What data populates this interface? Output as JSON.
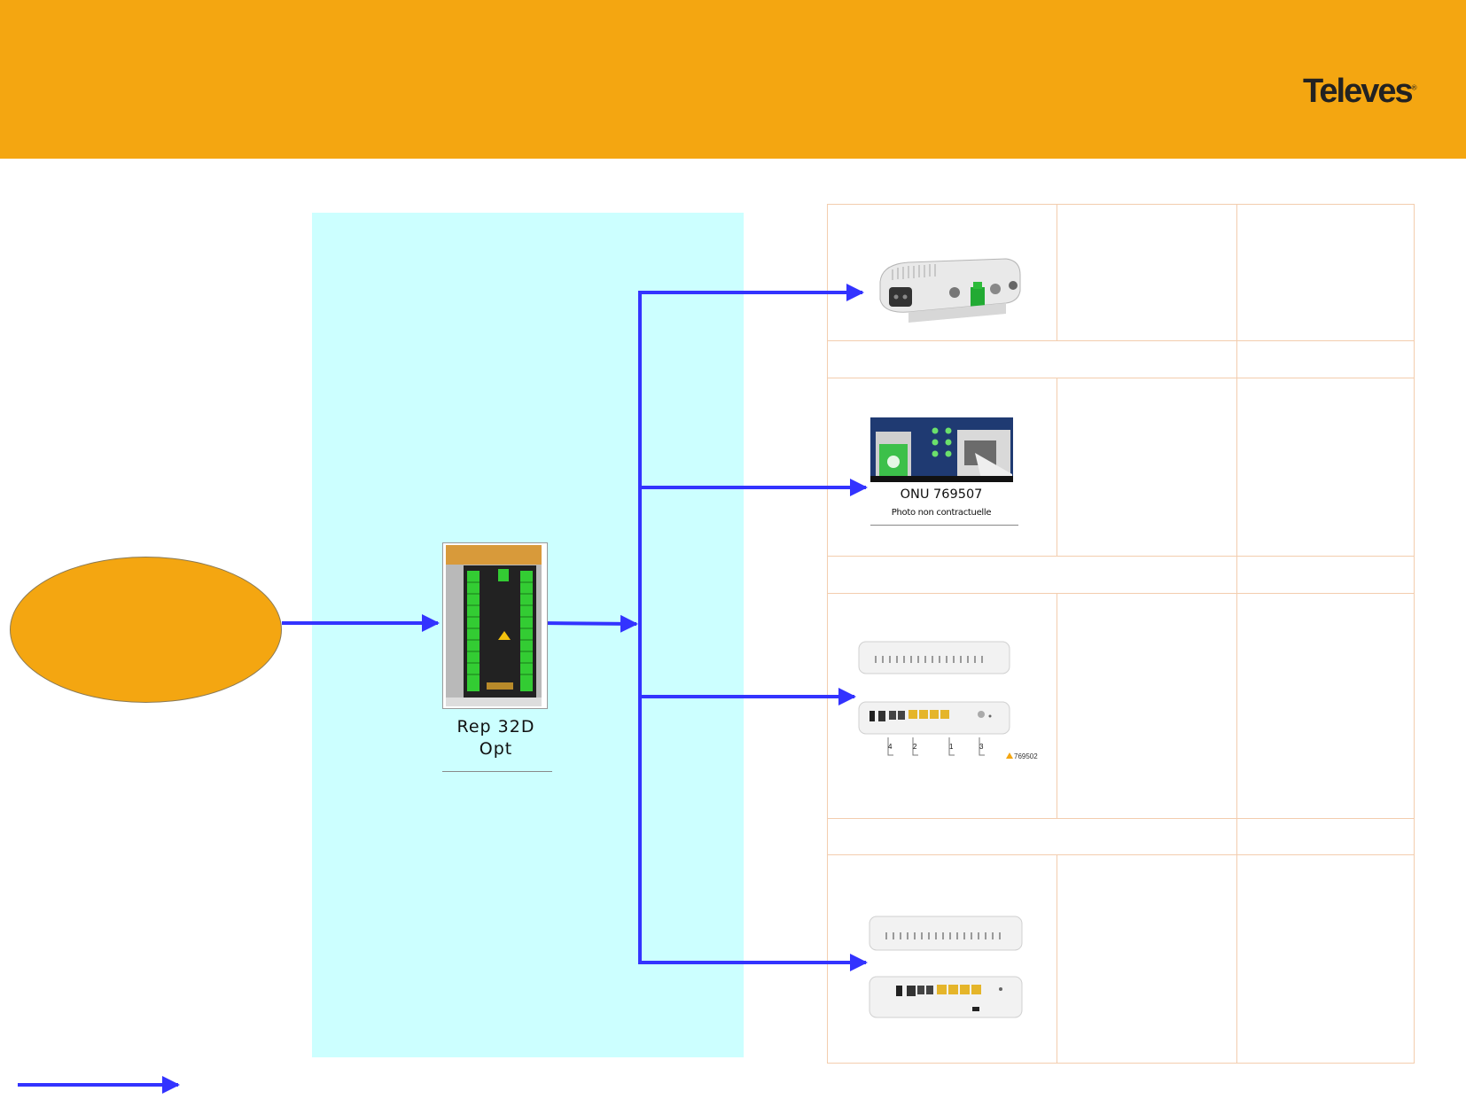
{
  "header": {
    "brand": "Televes",
    "brand_mark": "®"
  },
  "nodes": {
    "source": {
      "label": ""
    },
    "repeater": {
      "label_line1": "Rep 32D",
      "label_line2": "Opt"
    }
  },
  "devices": [
    {
      "id": "optical-receiver",
      "caption": ""
    },
    {
      "id": "onu",
      "caption": "ONU 769507",
      "note": "Photo non contractuelle"
    },
    {
      "id": "router-769502",
      "port_numbers": [
        "4",
        "2",
        "1",
        "3"
      ],
      "code": "769502"
    },
    {
      "id": "router-b"
    }
  ],
  "colors": {
    "header": "#f4a611",
    "panel": "#ccffff",
    "arrow": "#3333ff",
    "grid": "#f3cdae"
  }
}
